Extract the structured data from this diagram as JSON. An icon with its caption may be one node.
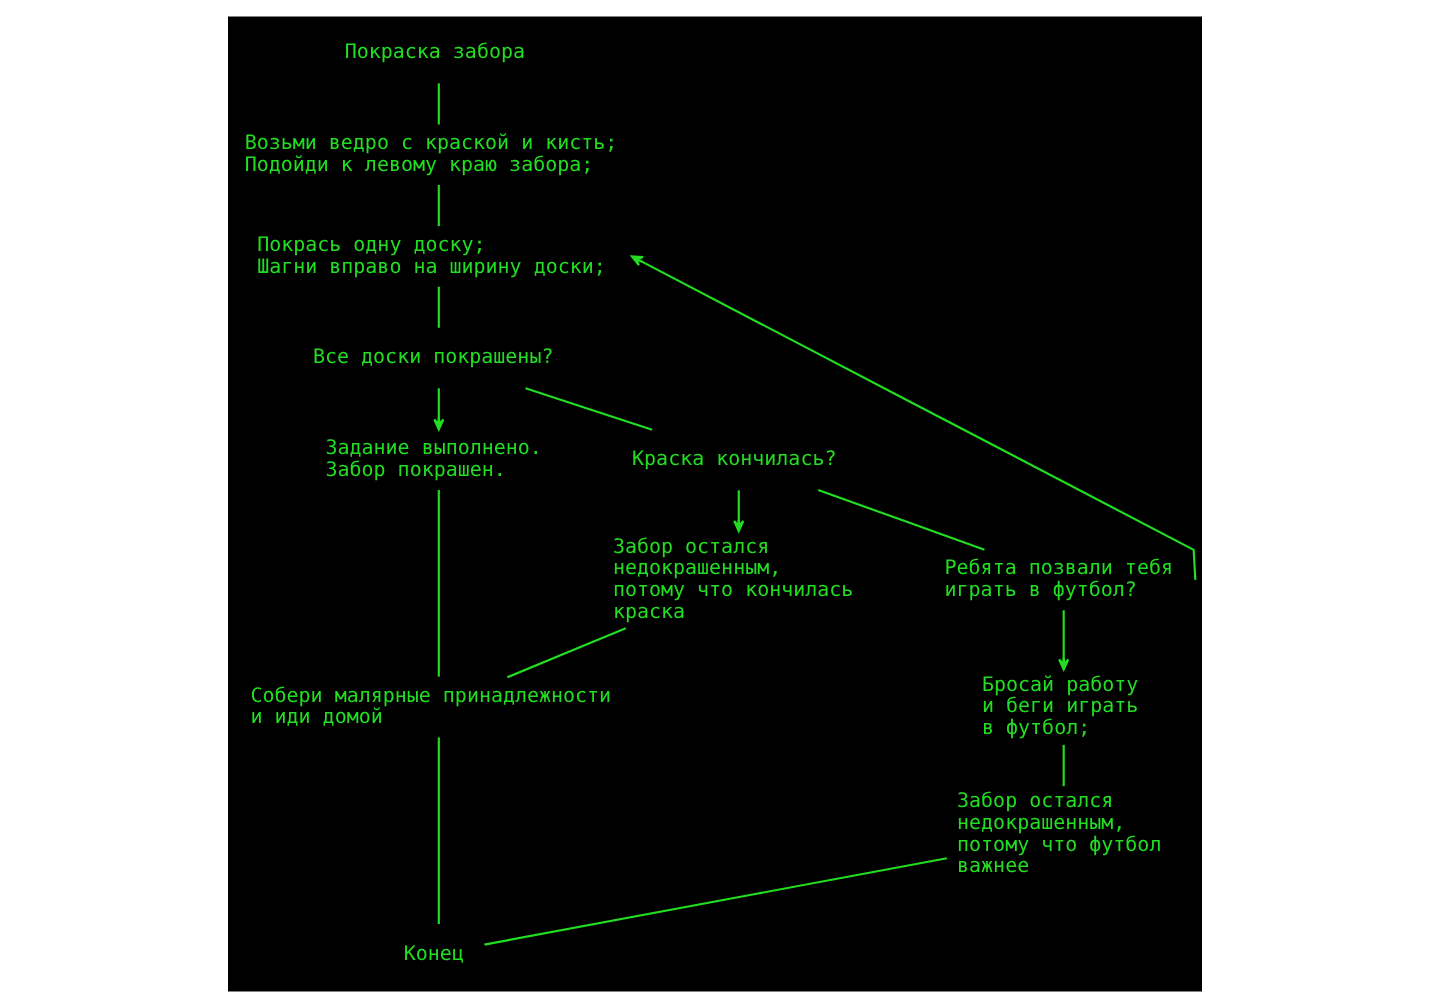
{
  "diagram": {
    "nodes": [
      {
        "text": [
          "Покраска забора"
        ]
      },
      {
        "text": [
          "Возьми ведро с краской и кисть;",
          "Подойди к левому краю забора;"
        ]
      },
      {
        "text": [
          "Покрась одну доску;",
          "Шагни вправо на ширину доски;"
        ]
      },
      {
        "text": [
          "Все доски покрашены?"
        ]
      },
      {
        "text": [
          "Задание выполнено.",
          "Забор покрашен."
        ]
      },
      {
        "text": [
          "Краска кончилась?"
        ]
      },
      {
        "text": [
          "Забор остался недокрашенным, потому что кончилась краска"
        ]
      },
      {
        "text": [
          "Ребята позвали тебя играть в футбол?"
        ]
      },
      {
        "text": [
          "Бросай работу и беги играть в футбол;"
        ]
      },
      {
        "text": [
          "Забор остался недокрашенным, потому что футбол важнее"
        ]
      },
      {
        "text": [
          "Собери малярные принадлежности и иди домой"
        ]
      },
      {
        "text": [
          "Конец"
        ]
      }
    ],
    "edges": [
      {
        "from": 0,
        "to": 1,
        "arrow": "none"
      },
      {
        "from": 1,
        "to": 2,
        "arrow": "none"
      },
      {
        "from": 2,
        "to": 3,
        "arrow": "none"
      },
      {
        "from": 3,
        "to": 4,
        "arrow": "to"
      },
      {
        "from": 3,
        "to": 5,
        "arrow": "none"
      },
      {
        "from": 5,
        "to": 6,
        "arrow": "to"
      },
      {
        "from": 5,
        "to": 7,
        "arrow": "none"
      },
      {
        "from": 7,
        "to": 8,
        "arrow": "to"
      },
      {
        "from": 7,
        "to": 2,
        "arrow": "to"
      },
      {
        "from": 8,
        "to": 9,
        "arrow": "none"
      },
      {
        "from": 4,
        "to": 10,
        "arrow": "none"
      },
      {
        "from": 6,
        "to": 10,
        "arrow": "none"
      },
      {
        "from": 10,
        "to": 11,
        "arrow": "none"
      },
      {
        "from": 9,
        "to": 11,
        "arrow": "none"
      }
    ]
  }
}
